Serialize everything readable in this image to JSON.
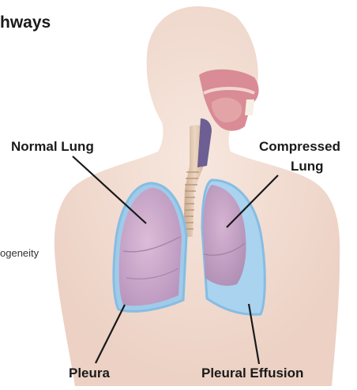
{
  "labels": {
    "title_partial": "hways",
    "normal_lung": "Normal Lung",
    "compressed_line1": "Compressed",
    "compressed_line2": "Lung",
    "pleura": "Pleura",
    "pleural_effusion": "Pleural Effusion",
    "side_text_partial": "ogeneity"
  },
  "colors": {
    "skin": "#f3dccf",
    "lung_normal": "#cfa9cc",
    "lung_compressed": "#c7a2c6",
    "pleura_outline": "#8fc3e6",
    "effusion_fluid": "#a9d3ef",
    "airway": "#d49a9a",
    "trachea": "#d9b9a0",
    "leader_line": "#1a1a1a"
  }
}
